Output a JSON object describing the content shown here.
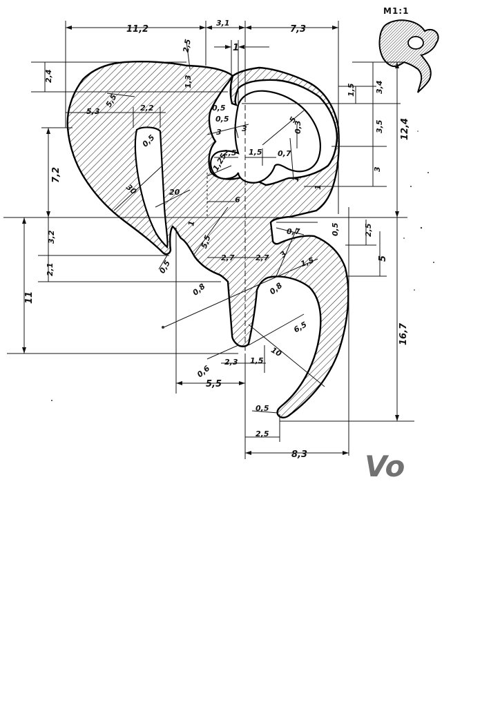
{
  "scale_label": "M1:1",
  "corner_mark": "Vo",
  "dimensions": {
    "top_left_width": "11,2",
    "top_mid_width": "3,1",
    "top_right_width": "7,3",
    "slot_width": "1",
    "lip_radius_top": "2,5",
    "top_thickness": "2,4",
    "inner_step": "1,3",
    "upper_radius": "5,5",
    "left_width": "5,3",
    "cavity_width": "2,2",
    "cavity_radius": "0,5",
    "left_height": "7,2",
    "big_radius": "30",
    "mid_radius": "20",
    "center_radius": "3",
    "center_radius2": "3",
    "slot_small": "0,5",
    "slot_small2": "0,5",
    "hole_radius": "5",
    "hole_width": "2,5",
    "hole_step": "1,5",
    "hole_tiny": "0,7",
    "hole_tiny_v": "0,3",
    "hole_radius_small": "1,25",
    "hole_bottom": "1",
    "hole_corner": "1",
    "right_top": "1,5",
    "right_34": "3,4",
    "right_35": "3,5",
    "right_3": "3",
    "total_height_upper": "12,4",
    "mid_width": "6",
    "neck": "1",
    "neck_radius": "5,5",
    "gap_left": "3,2",
    "lower_left": "2,1",
    "tip_radius": "0,5",
    "lower_height": "11",
    "leg_radius_left": "0,8",
    "leg_radius_right": "0,8",
    "leg_gap_left": "2,7",
    "leg_gap_right": "2,7",
    "leg_radius_3": "3",
    "leg_radius_15": "1,5",
    "right_lip_07": "0,7",
    "right_lip_05": "0,5",
    "right_25": "2,5",
    "right_5": "5",
    "curve_65": "6,5",
    "curve_10": "10",
    "foot_radius": "0,6",
    "foot_width": "2,3",
    "foot_step": "1,5",
    "bottom_width": "5,5",
    "total_height_lower": "16,7",
    "tail_radius": "0,5",
    "tail_width": "2,5",
    "tail_total": "8,3"
  }
}
